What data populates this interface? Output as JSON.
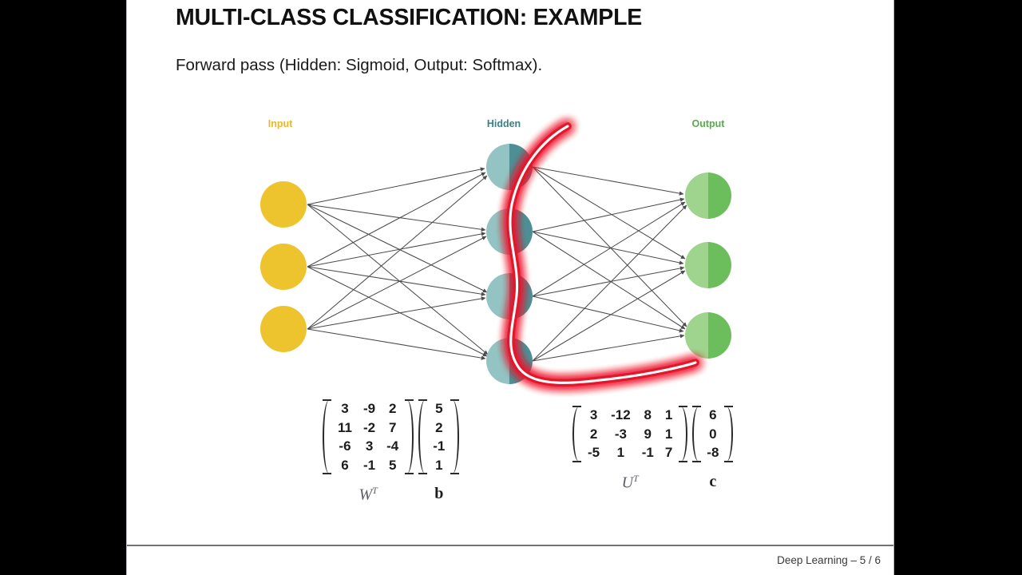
{
  "slide": {
    "title": "MULTI-CLASS CLASSIFICATION: EXAMPLE",
    "subtitle": "Forward pass (Hidden: Sigmoid, Output: Softmax).",
    "footer": "Deep Learning  –  5 / 6"
  },
  "diagram": {
    "layers": {
      "input": {
        "label": "Input",
        "color": "#e8b730",
        "node_count": 3
      },
      "hidden": {
        "label": "Hidden",
        "color": "#3d7f86",
        "node_count": 4
      },
      "output": {
        "label": "Output",
        "color": "#5aab50",
        "node_count": 3
      }
    },
    "node_colors": {
      "input_fill": "#eec42e",
      "hidden_left": "#93c3c3",
      "hidden_right": "#4e8f96",
      "output_left": "#9ed48d",
      "output_right": "#6cbe5c",
      "edge": "#4c4c4c"
    },
    "annotation": {
      "name": "red-highlight-stroke",
      "color": "#ee1b2e",
      "core_color": "#ffffff"
    }
  },
  "matrices": {
    "w_transpose": {
      "label": "W",
      "superscript": "T",
      "rows": [
        [
          "3",
          "-9",
          "2"
        ],
        [
          "11",
          "-2",
          "7"
        ],
        [
          "-6",
          "3",
          "-4"
        ],
        [
          "6",
          "-1",
          "5"
        ]
      ]
    },
    "b": {
      "label": "b",
      "rows": [
        [
          "5"
        ],
        [
          "2"
        ],
        [
          "-1"
        ],
        [
          "1"
        ]
      ]
    },
    "u_transpose": {
      "label": "U",
      "superscript": "T",
      "rows": [
        [
          "3",
          "-12",
          "8",
          "1"
        ],
        [
          "2",
          "-3",
          "9",
          "1"
        ],
        [
          "-5",
          "1",
          "-1",
          "7"
        ]
      ]
    },
    "c": {
      "label": "c",
      "rows": [
        [
          "6"
        ],
        [
          "0"
        ],
        [
          "-8"
        ]
      ]
    }
  }
}
